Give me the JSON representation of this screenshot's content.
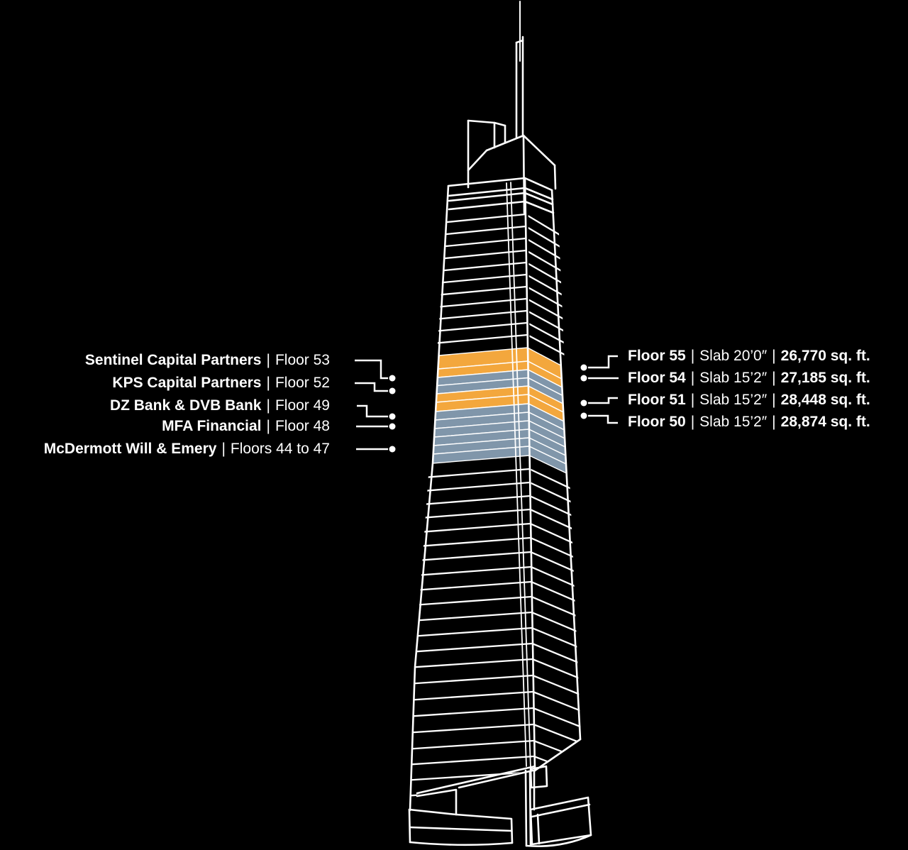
{
  "building": {
    "name": "tower-stacking-plan",
    "colors": {
      "available": "#F3A73D",
      "leased": "#8096AA",
      "line": "#FFFFFF",
      "background": "#000000"
    },
    "bands": [
      {
        "floor": 55,
        "status": "available"
      },
      {
        "floor": 54,
        "status": "available"
      },
      {
        "floor": 53,
        "status": "leased"
      },
      {
        "floor": 52,
        "status": "leased"
      },
      {
        "floor": 51,
        "status": "available"
      },
      {
        "floor": 50,
        "status": "available"
      },
      {
        "floor": 49,
        "status": "leased"
      },
      {
        "floor": 48,
        "status": "leased"
      },
      {
        "floor": 47,
        "status": "leased"
      },
      {
        "floor": 46,
        "status": "leased"
      },
      {
        "floor": 45,
        "status": "leased"
      },
      {
        "floor": 44,
        "status": "leased"
      }
    ]
  },
  "divider": "|",
  "left_callouts": [
    {
      "tenant": "Sentinel Capital Partners",
      "floors": "Floor 53"
    },
    {
      "tenant": "KPS Capital Partners",
      "floors": "Floor 52"
    },
    {
      "tenant": "DZ Bank & DVB Bank",
      "floors": "Floor 49"
    },
    {
      "tenant": "MFA Financial",
      "floors": "Floor 48"
    },
    {
      "tenant": "McDermott Will & Emery",
      "floors": "Floors 44 to 47"
    }
  ],
  "right_callouts": [
    {
      "floor": "Floor 55",
      "slab": "Slab 20’0″",
      "area": "26,770 sq. ft."
    },
    {
      "floor": "Floor 54",
      "slab": "Slab 15’2″",
      "area": "27,185 sq. ft."
    },
    {
      "floor": "Floor 51",
      "slab": "Slab 15’2″",
      "area": "28,448 sq. ft."
    },
    {
      "floor": "Floor 50",
      "slab": "Slab 15’2″",
      "area": "28,874 sq. ft."
    }
  ]
}
